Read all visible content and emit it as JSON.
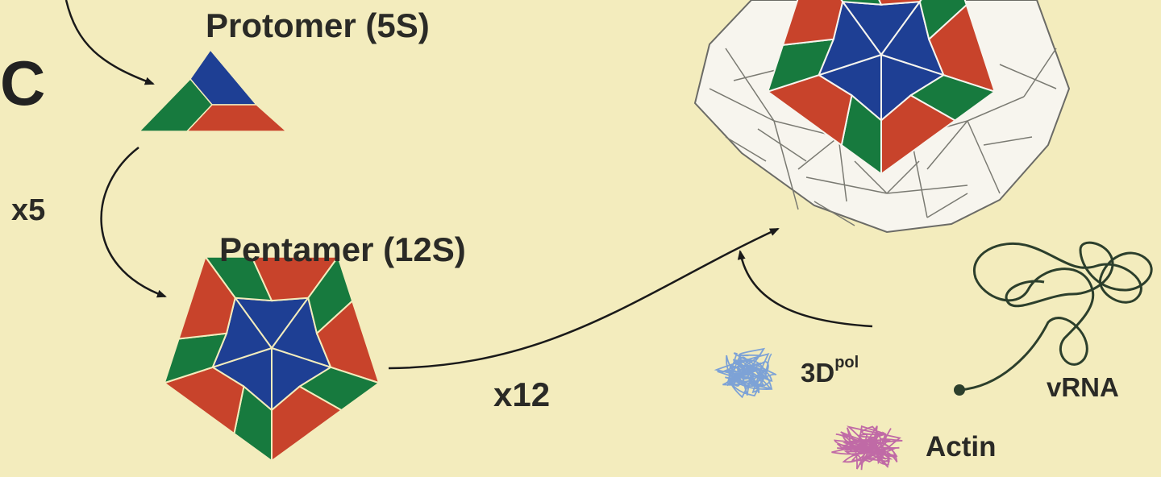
{
  "panel_letter": "C",
  "protomer": {
    "label": "Protomer (5S)"
  },
  "step1": {
    "multiplier": "x5"
  },
  "pentamer": {
    "label": "Pentamer (12S)"
  },
  "step2": {
    "multiplier": "x12"
  },
  "components": {
    "polymerase": {
      "base": "3D",
      "superscript": "pol"
    },
    "vrna": {
      "label": "vRNA"
    },
    "actin": {
      "label": "Actin"
    }
  },
  "colors": {
    "background": "#f3ecbd",
    "blue": "#1e3f94",
    "green": "#177a3e",
    "red": "#c8432b",
    "capsid_line": "#6b6b66",
    "capsid_fill": "#f7f5ee",
    "pol_blob": "#7da2d6",
    "actin_blob": "#c06aa6",
    "rna_line": "#2c3f2c"
  }
}
